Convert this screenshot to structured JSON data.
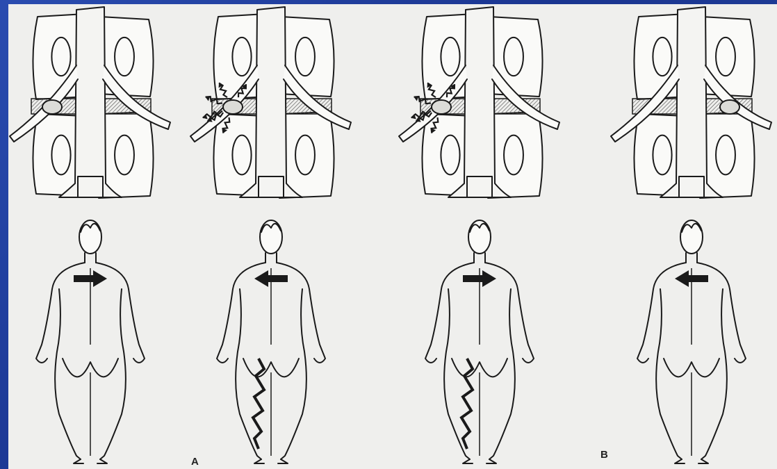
{
  "figure": {
    "label_a": "A",
    "label_b": "B"
  },
  "colors": {
    "slide_background": "#1f3f9a",
    "panel_background": "#efefed",
    "line": "#1a1a1a",
    "hatch": "#555555"
  },
  "panels": [
    {
      "disc_side": "left",
      "pain_bolts": false,
      "body_arrow": "right",
      "leg_pain": false
    },
    {
      "disc_side": "left",
      "pain_bolts": true,
      "body_arrow": "left",
      "leg_pain": true
    },
    {
      "disc_side": "left",
      "pain_bolts": true,
      "body_arrow": "right",
      "leg_pain": true
    },
    {
      "disc_side": "right",
      "pain_bolts": false,
      "body_arrow": "left",
      "leg_pain": false
    }
  ]
}
